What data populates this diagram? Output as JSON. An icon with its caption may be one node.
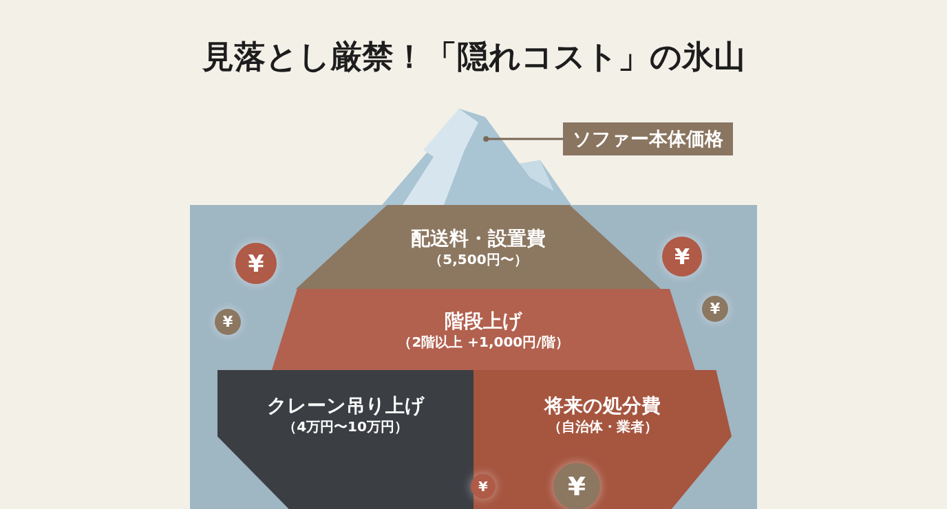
{
  "diagram": {
    "title": "見落とし厳禁！「隠れコスト」の氷山",
    "nodes": [
      {
        "text": [
          "ソファー本体価格"
        ]
      },
      {
        "text": [],
        "shape": "picture"
      },
      {
        "text": [
          "配送料・設置費",
          "（5,500円〜）"
        ]
      },
      {
        "text": [
          "階段上げ",
          "（2階以上 +1,000円/階）"
        ]
      },
      {
        "text": [
          "クレーン吊り上げ",
          "（4万円〜10万円）"
        ]
      },
      {
        "text": [
          "将来の処分費",
          "（自治体・業者）"
        ]
      }
    ],
    "edges": [
      {
        "from": 0,
        "to": 1,
        "arrow": "other"
      }
    ],
    "labels": [
      "¥",
      "¥",
      "¥",
      "¥",
      "¥",
      "¥"
    ]
  }
}
